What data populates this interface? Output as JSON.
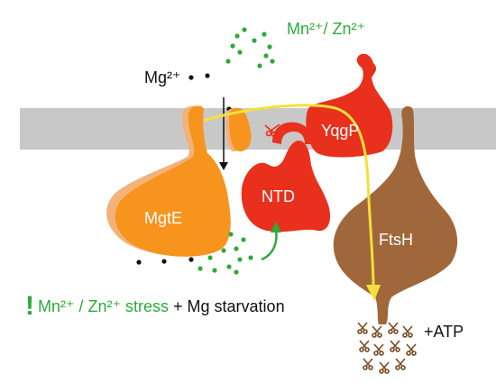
{
  "labels": {
    "mn_zn_top": "Mn²⁺/ Zn²⁺",
    "mg": "Mg²⁺",
    "yqgp": "YqgP",
    "ntd": "NTD",
    "mgte": "MgtE",
    "ftsh": "FtsH",
    "atp": "+ATP"
  },
  "caption": {
    "bang": "!",
    "stress": "Mn²⁺ / Zn²⁺ stress",
    "plus": " + Mg starvation"
  },
  "colors": {
    "membrane": "#c8c8c8",
    "mgte_shadow": "#f2b27a",
    "mgte": "#f7941d",
    "yqgp": "#e8301c",
    "ftsh": "#a0683a",
    "arrow": "#f5e03a",
    "ion_green": "#2eaa3a",
    "ion_black": "#111111",
    "scissors": "#7a4a22"
  },
  "icons": [
    "scissors-icon",
    "cleaved-fragment-icon"
  ]
}
